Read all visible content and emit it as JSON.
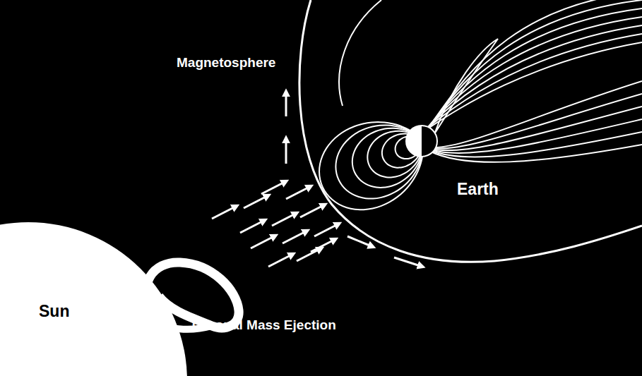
{
  "diagram": {
    "labels": [
      "Magnetosphere",
      "Earth",
      "Sun",
      "Coronal Mass Ejection"
    ]
  }
}
